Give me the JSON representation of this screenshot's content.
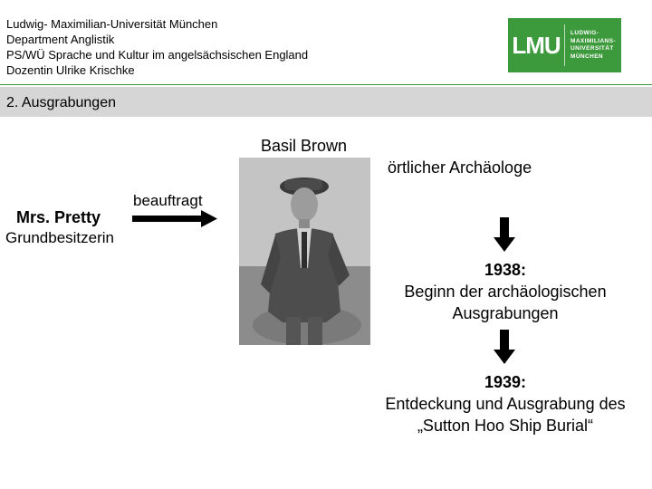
{
  "header": {
    "lines": [
      "Ludwig- Maximilian-Universität München",
      "Department Anglistik",
      "PS/WÜ Sprache und Kultur im angelsächsischen England",
      "Dozentin Ulrike Krischke"
    ],
    "logo": {
      "mark": "LMU",
      "lines": [
        "LUDWIG-",
        "MAXIMILIANS-",
        "UNIVERSITÄT",
        "MÜNCHEN"
      ],
      "color": "#3d9a3c"
    }
  },
  "section": {
    "title": "2. Ausgrabungen"
  },
  "slide": {
    "basil_name": "Basil Brown",
    "basil_role": "örtlicher Archäologe",
    "pretty_name": "Mrs. Pretty",
    "pretty_role": "Grundbesitzerin",
    "relation": "beauftragt",
    "timeline": [
      {
        "year": "1938:",
        "text_1": "Beginn der archäologischen",
        "text_2": "Ausgrabungen"
      },
      {
        "year": "1939:",
        "text_1": "Entdeckung und Ausgrabung des",
        "text_2": "„Sutton Hoo Ship Burial“"
      }
    ],
    "photo_alt": "Basil Brown"
  }
}
